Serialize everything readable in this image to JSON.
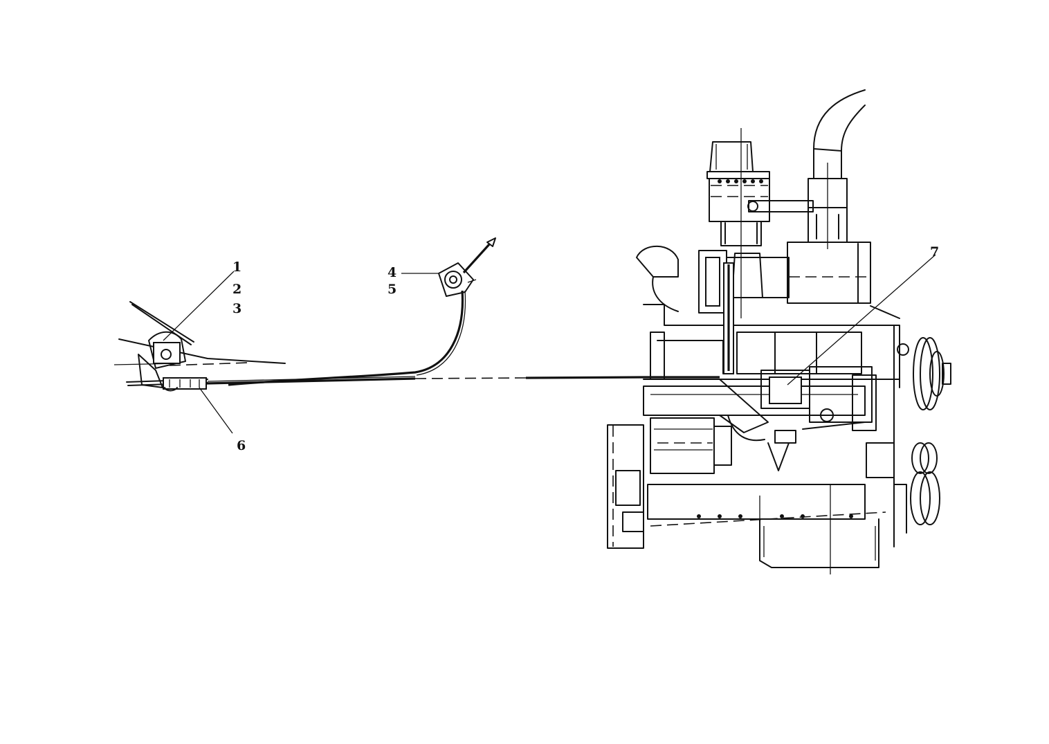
{
  "callouts": {
    "c1": "1",
    "c2": "2",
    "c3": "3",
    "c4": "4",
    "c5": "5",
    "c6": "6",
    "c7": "7"
  },
  "colors": {
    "ink": "#111111",
    "paper": "#ffffff"
  }
}
